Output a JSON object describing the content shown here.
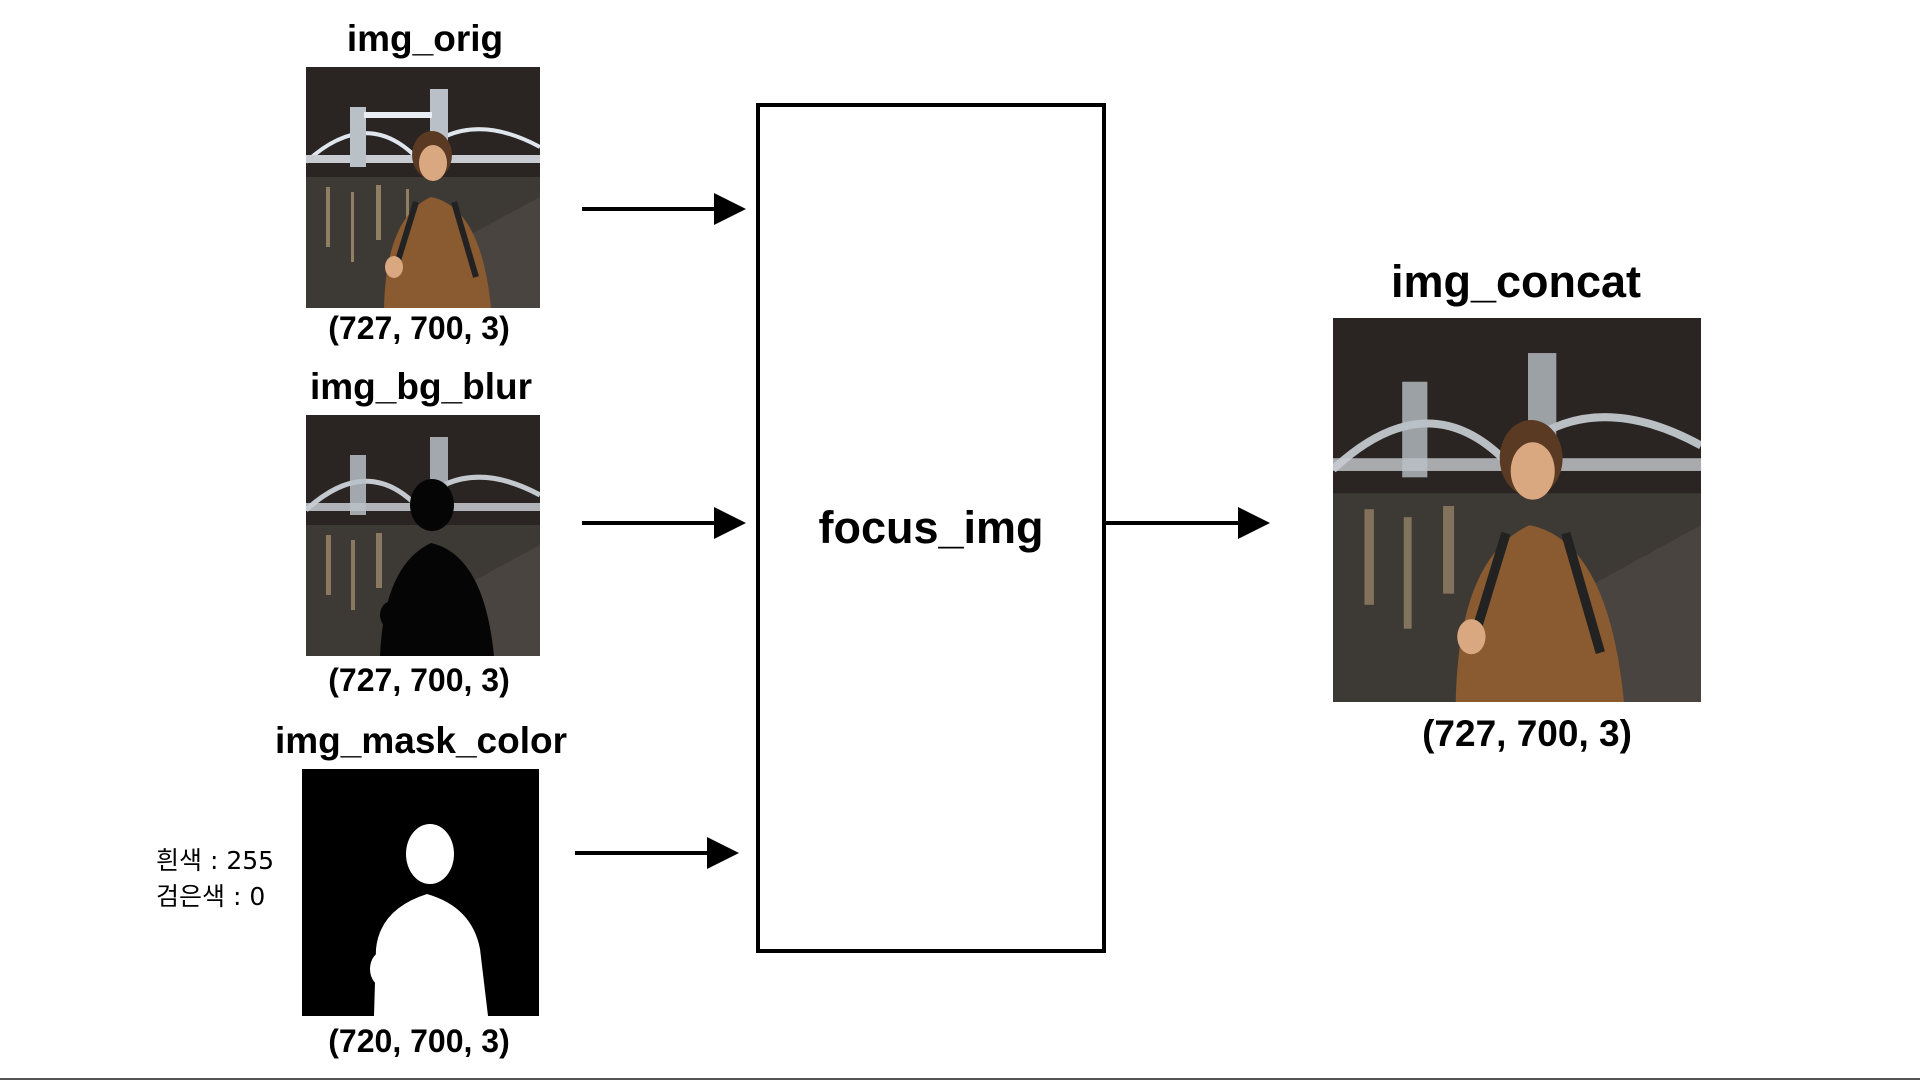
{
  "inputs": [
    {
      "title": "img_orig",
      "dims": "(727, 700, 3)"
    },
    {
      "title": "img_bg_blur",
      "dims": "(727, 700, 3)"
    },
    {
      "title": "img_mask_color",
      "dims": "(720, 700, 3)"
    }
  ],
  "legend": {
    "white": "흰색 : 255",
    "black": "검은색 : 0"
  },
  "process": {
    "label": "focus_img"
  },
  "output": {
    "title": "img_concat",
    "dims": "(727, 700, 3)"
  },
  "colors": {
    "night_sky": "#2a2522",
    "water": "#3d3a36",
    "bridge_lights": "#dfe6ee",
    "jacket": "#8a5a30",
    "skin": "#d9a880",
    "hair": "#5a3a22",
    "mask_fg": "#ffffff",
    "mask_bg": "#000000"
  }
}
